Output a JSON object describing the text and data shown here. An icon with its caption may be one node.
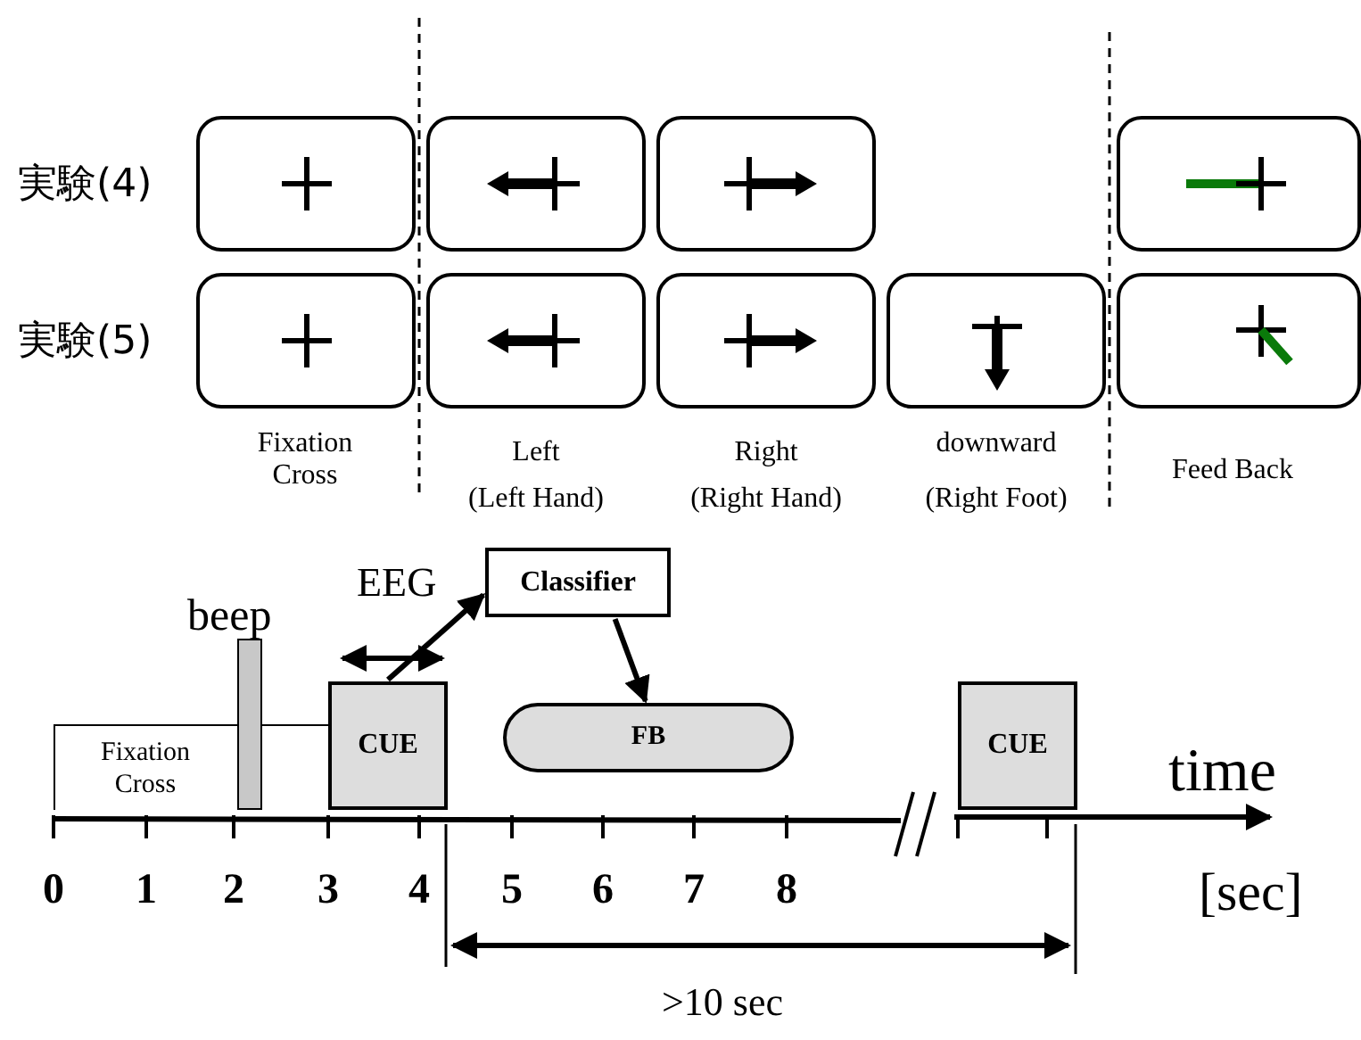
{
  "diagram": {
    "nodes": [
      {
        "text": [],
        "shape": "picture"
      },
      {
        "text": [],
        "shape": "picture"
      },
      {
        "text": [],
        "shape": "picture"
      },
      {
        "text": [],
        "shape": "picture"
      },
      {
        "text": [],
        "shape": "picture"
      },
      {
        "text": [],
        "shape": "picture"
      },
      {
        "text": [],
        "shape": "picture"
      },
      {
        "text": [],
        "shape": "picture"
      },
      {
        "text": [],
        "shape": "picture"
      },
      {
        "text": [
          "Classifier"
        ]
      },
      {
        "text": [],
        "shape": "bar",
        "beside": [
          "beep"
        ]
      },
      {
        "text": [
          "Fixation Cross"
        ]
      },
      {
        "text": [
          "CUE"
        ]
      },
      {
        "text": [
          "FB"
        ]
      },
      {
        "text": [
          "CUE"
        ]
      }
    ],
    "edges": [
      {
        "from": 12,
        "to": 9,
        "arrow": "to"
      },
      {
        "from": 9,
        "to": 13,
        "arrow": "to"
      }
    ],
    "labels": [
      "実験(4)",
      "実験(5)",
      "Fixation Cross",
      "Left",
      "(Left Hand)",
      "Right",
      "(Right Hand)",
      "downward",
      "(Right Foot)",
      "Feed Back",
      "EEG",
      "time",
      "0",
      "1",
      "2",
      "3",
      "4",
      "5",
      "6",
      "7",
      "8",
      "[sec]",
      ">10 sec"
    ]
  }
}
